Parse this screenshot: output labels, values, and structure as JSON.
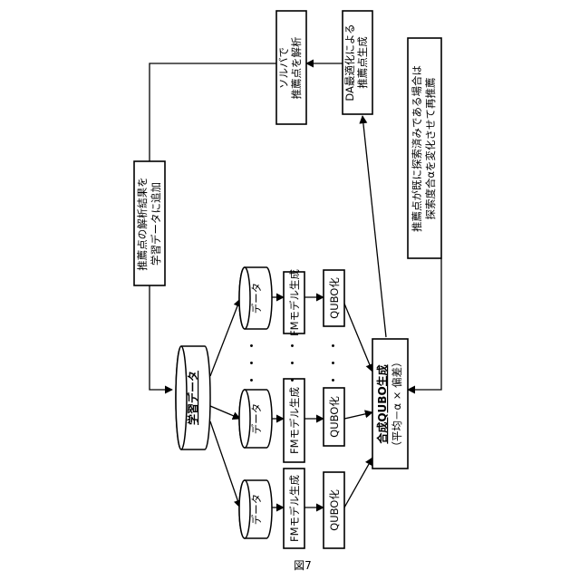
{
  "figure": {
    "caption": "図7"
  },
  "nodes": {
    "learning_data": "学習データ",
    "data_1": "データ",
    "data_2": "データ",
    "data_3": "データ",
    "fm_1": "FMモデル生成",
    "fm_2": "FMモデル生成",
    "fm_3": "FMモデル生成",
    "qubo_1": "QUBO化",
    "qubo_2": "QUBO化",
    "qubo_3": "QUBO化",
    "composite_line1": "合成QUBO生成",
    "composite_line2": "（平均－α × 偏差）",
    "da_line1": "DA最適化による",
    "da_line2": "推薦点生成",
    "solver_line1": "ソルバで",
    "solver_line2": "推薦点を解析",
    "feedback_line1": "推薦点の解析結果を",
    "feedback_line2": "学習データに追加",
    "retry_line1": "推薦点が既に探索済みである場合は",
    "retry_line2": "探索度合αを変化させて再推薦",
    "ellipsis_data": "・・・",
    "ellipsis_fm": "・・・",
    "ellipsis_qubo": "・・・"
  }
}
